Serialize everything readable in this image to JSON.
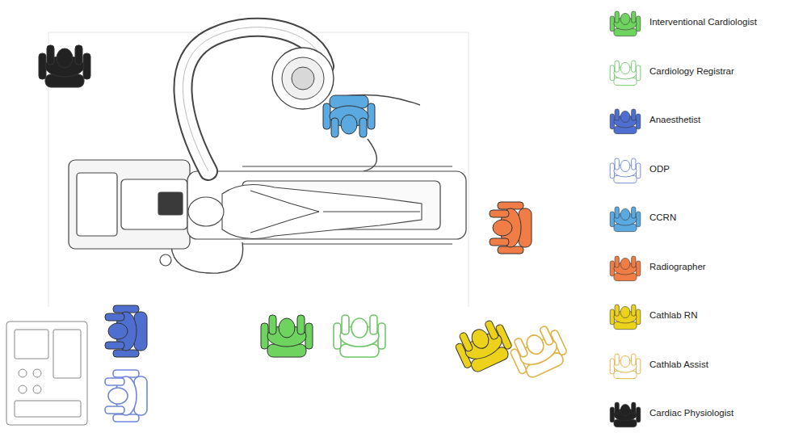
{
  "diagram": {
    "legend": [
      {
        "text": "Interventional Cardiologist",
        "color": "#6fd35f"
      },
      {
        "text": "Cardiology Registrar",
        "color": "#6fc66a"
      },
      {
        "text": "Anaesthetist",
        "color": "#4f6fd0"
      },
      {
        "text": "ODP",
        "color": "#6f86d8"
      },
      {
        "text": "CCRN",
        "color": "#5aa9e0"
      },
      {
        "text": "Radiographer",
        "color": "#ef7d45"
      },
      {
        "text": "Cathlab RN",
        "color": "#ecd21a"
      },
      {
        "text": "Cathlab Assist",
        "color": "#e0b040"
      },
      {
        "text": "Cardiac Physiologist",
        "color": "#222222"
      }
    ]
  }
}
